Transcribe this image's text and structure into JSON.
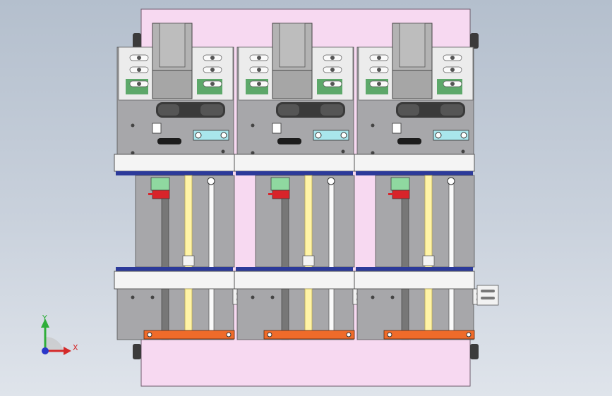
{
  "viewport": {
    "background_top": "#b4bfcd",
    "background_bottom": "#dfe4eb"
  },
  "model": {
    "module_count": 3,
    "colors": {
      "frame_plate": "#f7d9f1",
      "frame_outline": "#6e5a6a",
      "module_plate": "#a7a7aa",
      "motor_bracket": "#ececec",
      "motor_body": "#b3b3b3",
      "clamp_green": "#5da86a",
      "belt_dark": "#3a3a3a",
      "cyan_block": "#a9e6ec",
      "crossbar": "#f4f4f4",
      "rail_blue": "#2c3a9a",
      "guide_rod_yellow": "#fff4a6",
      "sensor_green": "#8fd8a0",
      "sensor_red": "#d8242a",
      "bottom_bar_orange": "#ef6b2a",
      "side_plate": "#f2f2f2"
    }
  },
  "triad": {
    "x_label": "X",
    "y_label": "Y",
    "x_color": "#d42a2a",
    "y_color": "#2fae3a",
    "z_color": "#2a37c9"
  }
}
